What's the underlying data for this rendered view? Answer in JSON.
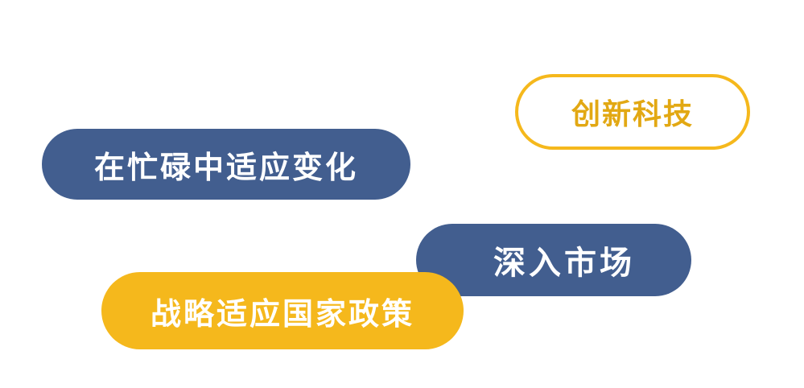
{
  "tags": {
    "innovation": "创新科技",
    "adapt": "在忙碌中适应变化",
    "market": "深入市场",
    "strategy": "战略适应国家政策"
  },
  "colors": {
    "navy": "#425E8F",
    "yellow": "#F5B81C",
    "yellow_text": "#E2A813",
    "white": "#ffffff"
  }
}
